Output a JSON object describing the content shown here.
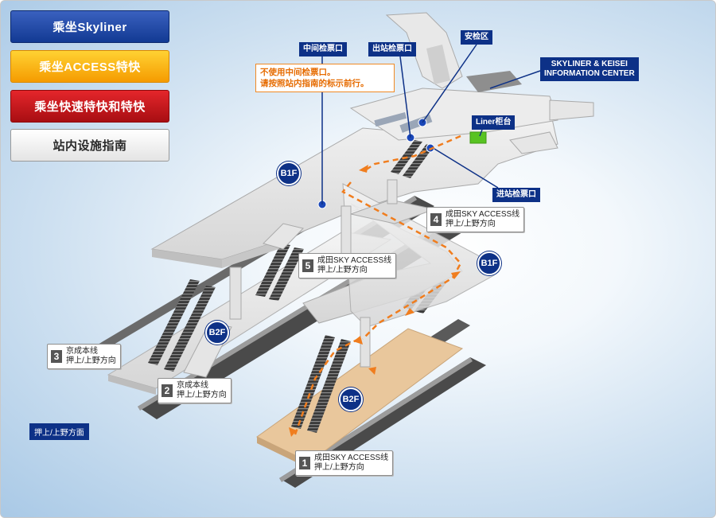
{
  "menu": [
    {
      "label": "乘坐Skyliner"
    },
    {
      "label": "乘坐ACCESS特快"
    },
    {
      "label": "乘坐快速特快和特快"
    },
    {
      "label": "站内设施指南"
    }
  ],
  "labels": {
    "mid_gate": "中间检票口",
    "exit_gate": "出站检票口",
    "security": "安检区",
    "info_center_line1": "SKYLINER & KEISEI",
    "info_center_line2": "INFORMATION CENTER",
    "liner_counter": "Liner柜台",
    "entry_gate": "进站检票口",
    "note_line1": "不使用中间检票口。",
    "note_line2": "请按照站内指南的标示前行。",
    "bottom_direction": "押上/上野方面"
  },
  "floors": {
    "b1f_left": "B1F",
    "b1f_right": "B1F",
    "b2f_left": "B2F",
    "b2f_right": "B2F"
  },
  "tracks": [
    {
      "num": "1",
      "line1": "成田SKY ACCESS线",
      "line2": "押上/上野方向"
    },
    {
      "num": "2",
      "line1": "京成本线",
      "line2": "押上/上野方向"
    },
    {
      "num": "3",
      "line1": "京成本线",
      "line2": "押上/上野方向"
    },
    {
      "num": "4",
      "line1": "成田SKY ACCESS线",
      "line2": "押上/上野方向"
    },
    {
      "num": "5",
      "line1": "成田SKY ACCESS线",
      "line2": "押上/上野方向"
    }
  ],
  "colors": {
    "navy": "#0d3187",
    "route": "#f07d1e",
    "liner_counter": "#58c322",
    "platform_highlight": "#e9c79c"
  }
}
